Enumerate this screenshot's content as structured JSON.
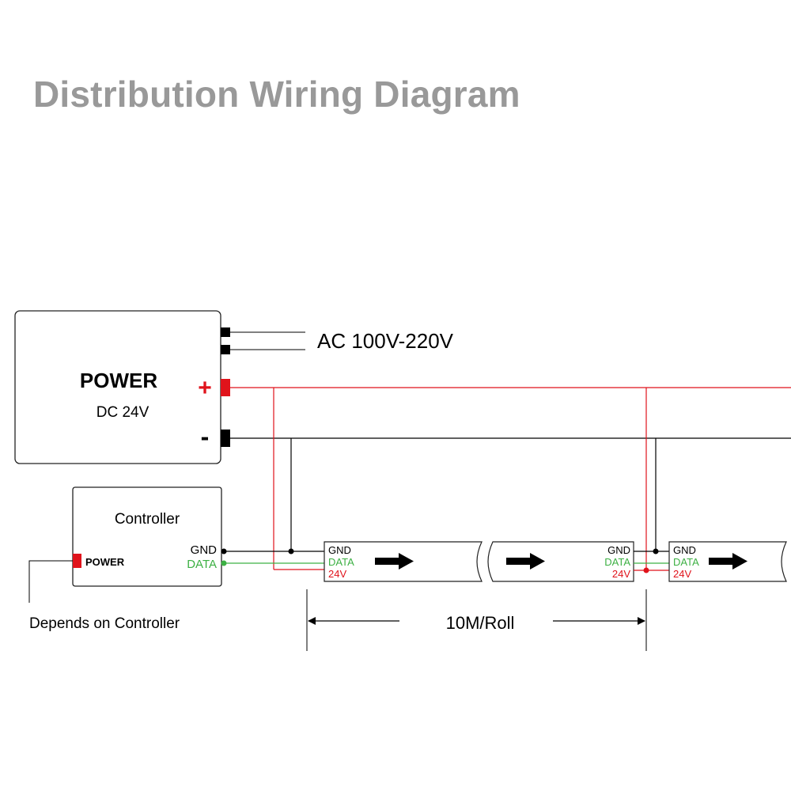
{
  "title": "Distribution Wiring Diagram",
  "power_supply": {
    "label": "POWER",
    "voltage": "DC 24V",
    "plus_symbol": "+",
    "minus_symbol": "-",
    "ac_input_label": "AC 100V-220V"
  },
  "controller": {
    "label": "Controller",
    "power_port_label": "POWER",
    "gnd_label": "GND",
    "data_label": "DATA",
    "note": "Depends on Controller"
  },
  "strip_segments": [
    {
      "gnd": "GND",
      "data": "DATA",
      "v": "24V"
    },
    {
      "gnd": "GND",
      "data": "DATA",
      "v": "24V"
    },
    {
      "gnd": "GND",
      "data": "DATA",
      "v": "24V"
    }
  ],
  "dimension": {
    "label": "10M/Roll"
  },
  "colors": {
    "title": "#999999",
    "positive_wire": "#e0131b",
    "data_wire": "#3cb043",
    "ground_wire": "#000000"
  }
}
